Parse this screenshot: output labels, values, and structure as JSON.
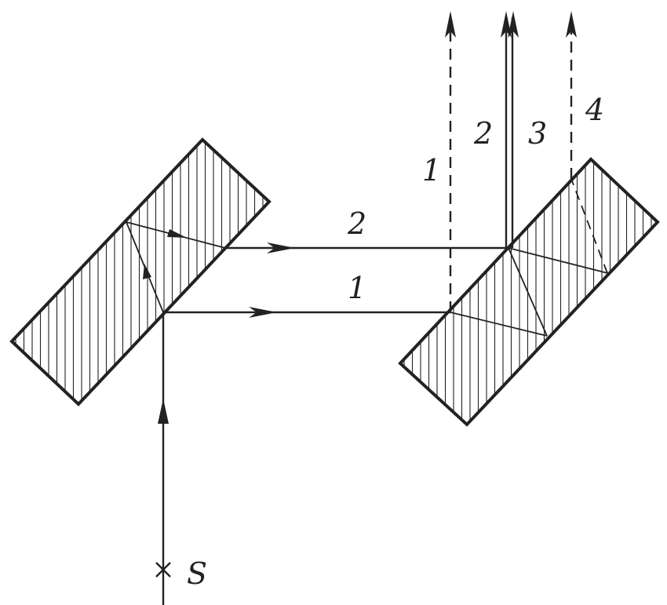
{
  "labels": {
    "source": "S",
    "ray_1_horizontal": "1",
    "ray_2_horizontal": "2",
    "output_1": "1",
    "output_2": "2",
    "output_3": "3",
    "output_4": "4"
  },
  "colors": {
    "ink": "#222222",
    "background": "#ffffff"
  }
}
